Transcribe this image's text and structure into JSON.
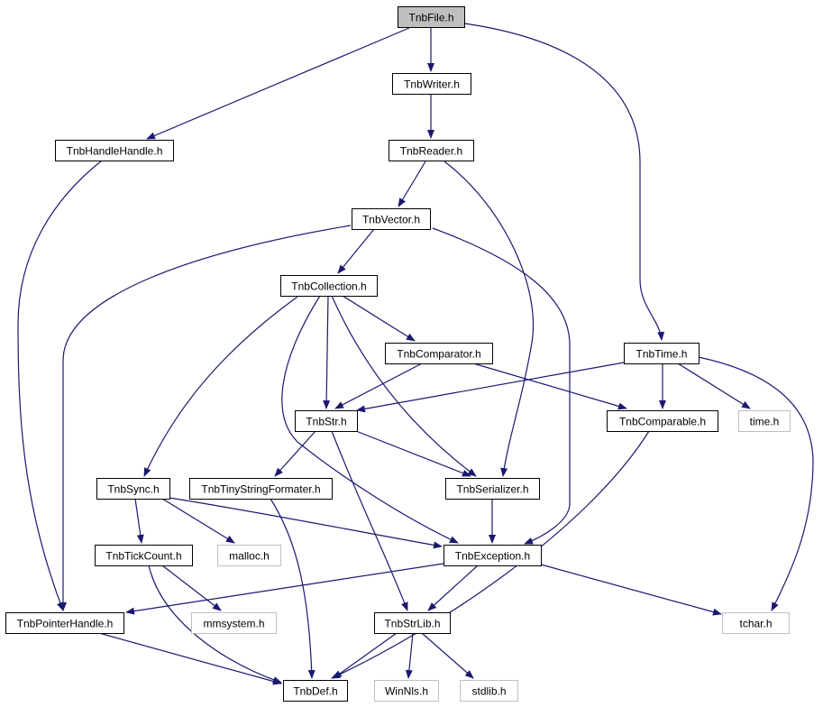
{
  "colors": {
    "edge": "#191970",
    "node_border": "#000000",
    "external_border": "#bfbfbf",
    "root_fill": "#bfbfbf",
    "node_fill": "#ffffff",
    "text": "#000000"
  },
  "nodes": [
    {
      "id": "TnbFile_h",
      "label": "TnbFile.h",
      "kind": "root"
    },
    {
      "id": "TnbWriter_h",
      "label": "TnbWriter.h",
      "kind": "internal"
    },
    {
      "id": "TnbHandleHandle_h",
      "label": "TnbHandleHandle.h",
      "kind": "internal"
    },
    {
      "id": "TnbReader_h",
      "label": "TnbReader.h",
      "kind": "internal"
    },
    {
      "id": "TnbVector_h",
      "label": "TnbVector.h",
      "kind": "internal"
    },
    {
      "id": "TnbCollection_h",
      "label": "TnbCollection.h",
      "kind": "internal"
    },
    {
      "id": "TnbComparator_h",
      "label": "TnbComparator.h",
      "kind": "internal"
    },
    {
      "id": "TnbTime_h",
      "label": "TnbTime.h",
      "kind": "internal"
    },
    {
      "id": "TnbStr_h",
      "label": "TnbStr.h",
      "kind": "internal"
    },
    {
      "id": "TnbComparable_h",
      "label": "TnbComparable.h",
      "kind": "internal"
    },
    {
      "id": "time_h",
      "label": "time.h",
      "kind": "external"
    },
    {
      "id": "TnbSync_h",
      "label": "TnbSync.h",
      "kind": "internal"
    },
    {
      "id": "TnbTinyStringFormater_h",
      "label": "TnbTinyStringFormater.h",
      "kind": "internal"
    },
    {
      "id": "TnbSerializer_h",
      "label": "TnbSerializer.h",
      "kind": "internal"
    },
    {
      "id": "TnbTickCount_h",
      "label": "TnbTickCount.h",
      "kind": "internal"
    },
    {
      "id": "malloc_h",
      "label": "malloc.h",
      "kind": "external"
    },
    {
      "id": "TnbException_h",
      "label": "TnbException.h",
      "kind": "internal"
    },
    {
      "id": "TnbPointerHandle_h",
      "label": "TnbPointerHandle.h",
      "kind": "internal"
    },
    {
      "id": "mmsystem_h",
      "label": "mmsystem.h",
      "kind": "external"
    },
    {
      "id": "TnbStrLib_h",
      "label": "TnbStrLib.h",
      "kind": "internal"
    },
    {
      "id": "tchar_h",
      "label": "tchar.h",
      "kind": "external"
    },
    {
      "id": "TnbDef_h",
      "label": "TnbDef.h",
      "kind": "internal"
    },
    {
      "id": "WinNls_h",
      "label": "WinNls.h",
      "kind": "external"
    },
    {
      "id": "stdlib_h",
      "label": "stdlib.h",
      "kind": "external"
    }
  ],
  "edges": [
    {
      "from": "TnbFile_h",
      "to": "TnbWriter_h"
    },
    {
      "from": "TnbFile_h",
      "to": "TnbHandleHandle_h"
    },
    {
      "from": "TnbFile_h",
      "to": "TnbTime_h"
    },
    {
      "from": "TnbWriter_h",
      "to": "TnbReader_h"
    },
    {
      "from": "TnbReader_h",
      "to": "TnbVector_h"
    },
    {
      "from": "TnbReader_h",
      "to": "TnbSerializer_h"
    },
    {
      "from": "TnbHandleHandle_h",
      "to": "TnbPointerHandle_h"
    },
    {
      "from": "TnbVector_h",
      "to": "TnbCollection_h"
    },
    {
      "from": "TnbVector_h",
      "to": "TnbPointerHandle_h"
    },
    {
      "from": "TnbVector_h",
      "to": "TnbException_h"
    },
    {
      "from": "TnbCollection_h",
      "to": "TnbComparator_h"
    },
    {
      "from": "TnbCollection_h",
      "to": "TnbStr_h"
    },
    {
      "from": "TnbCollection_h",
      "to": "TnbSync_h"
    },
    {
      "from": "TnbCollection_h",
      "to": "TnbSerializer_h"
    },
    {
      "from": "TnbCollection_h",
      "to": "TnbException_h"
    },
    {
      "from": "TnbComparator_h",
      "to": "TnbStr_h"
    },
    {
      "from": "TnbComparator_h",
      "to": "TnbComparable_h"
    },
    {
      "from": "TnbTime_h",
      "to": "TnbStr_h"
    },
    {
      "from": "TnbTime_h",
      "to": "TnbComparable_h"
    },
    {
      "from": "TnbTime_h",
      "to": "time_h"
    },
    {
      "from": "TnbTime_h",
      "to": "tchar_h"
    },
    {
      "from": "TnbStr_h",
      "to": "TnbTinyStringFormater_h"
    },
    {
      "from": "TnbStr_h",
      "to": "TnbSerializer_h"
    },
    {
      "from": "TnbStr_h",
      "to": "TnbStrLib_h"
    },
    {
      "from": "TnbComparable_h",
      "to": "TnbDef_h"
    },
    {
      "from": "TnbSync_h",
      "to": "TnbTickCount_h"
    },
    {
      "from": "TnbSync_h",
      "to": "malloc_h"
    },
    {
      "from": "TnbSync_h",
      "to": "TnbException_h"
    },
    {
      "from": "TnbTinyStringFormater_h",
      "to": "TnbDef_h"
    },
    {
      "from": "TnbSerializer_h",
      "to": "TnbException_h"
    },
    {
      "from": "TnbTickCount_h",
      "to": "mmsystem_h"
    },
    {
      "from": "TnbTickCount_h",
      "to": "TnbDef_h"
    },
    {
      "from": "TnbException_h",
      "to": "TnbPointerHandle_h"
    },
    {
      "from": "TnbException_h",
      "to": "TnbStrLib_h"
    },
    {
      "from": "TnbException_h",
      "to": "tchar_h"
    },
    {
      "from": "TnbPointerHandle_h",
      "to": "TnbDef_h"
    },
    {
      "from": "TnbStrLib_h",
      "to": "TnbDef_h"
    },
    {
      "from": "TnbStrLib_h",
      "to": "WinNls_h"
    },
    {
      "from": "TnbStrLib_h",
      "to": "stdlib_h"
    }
  ]
}
